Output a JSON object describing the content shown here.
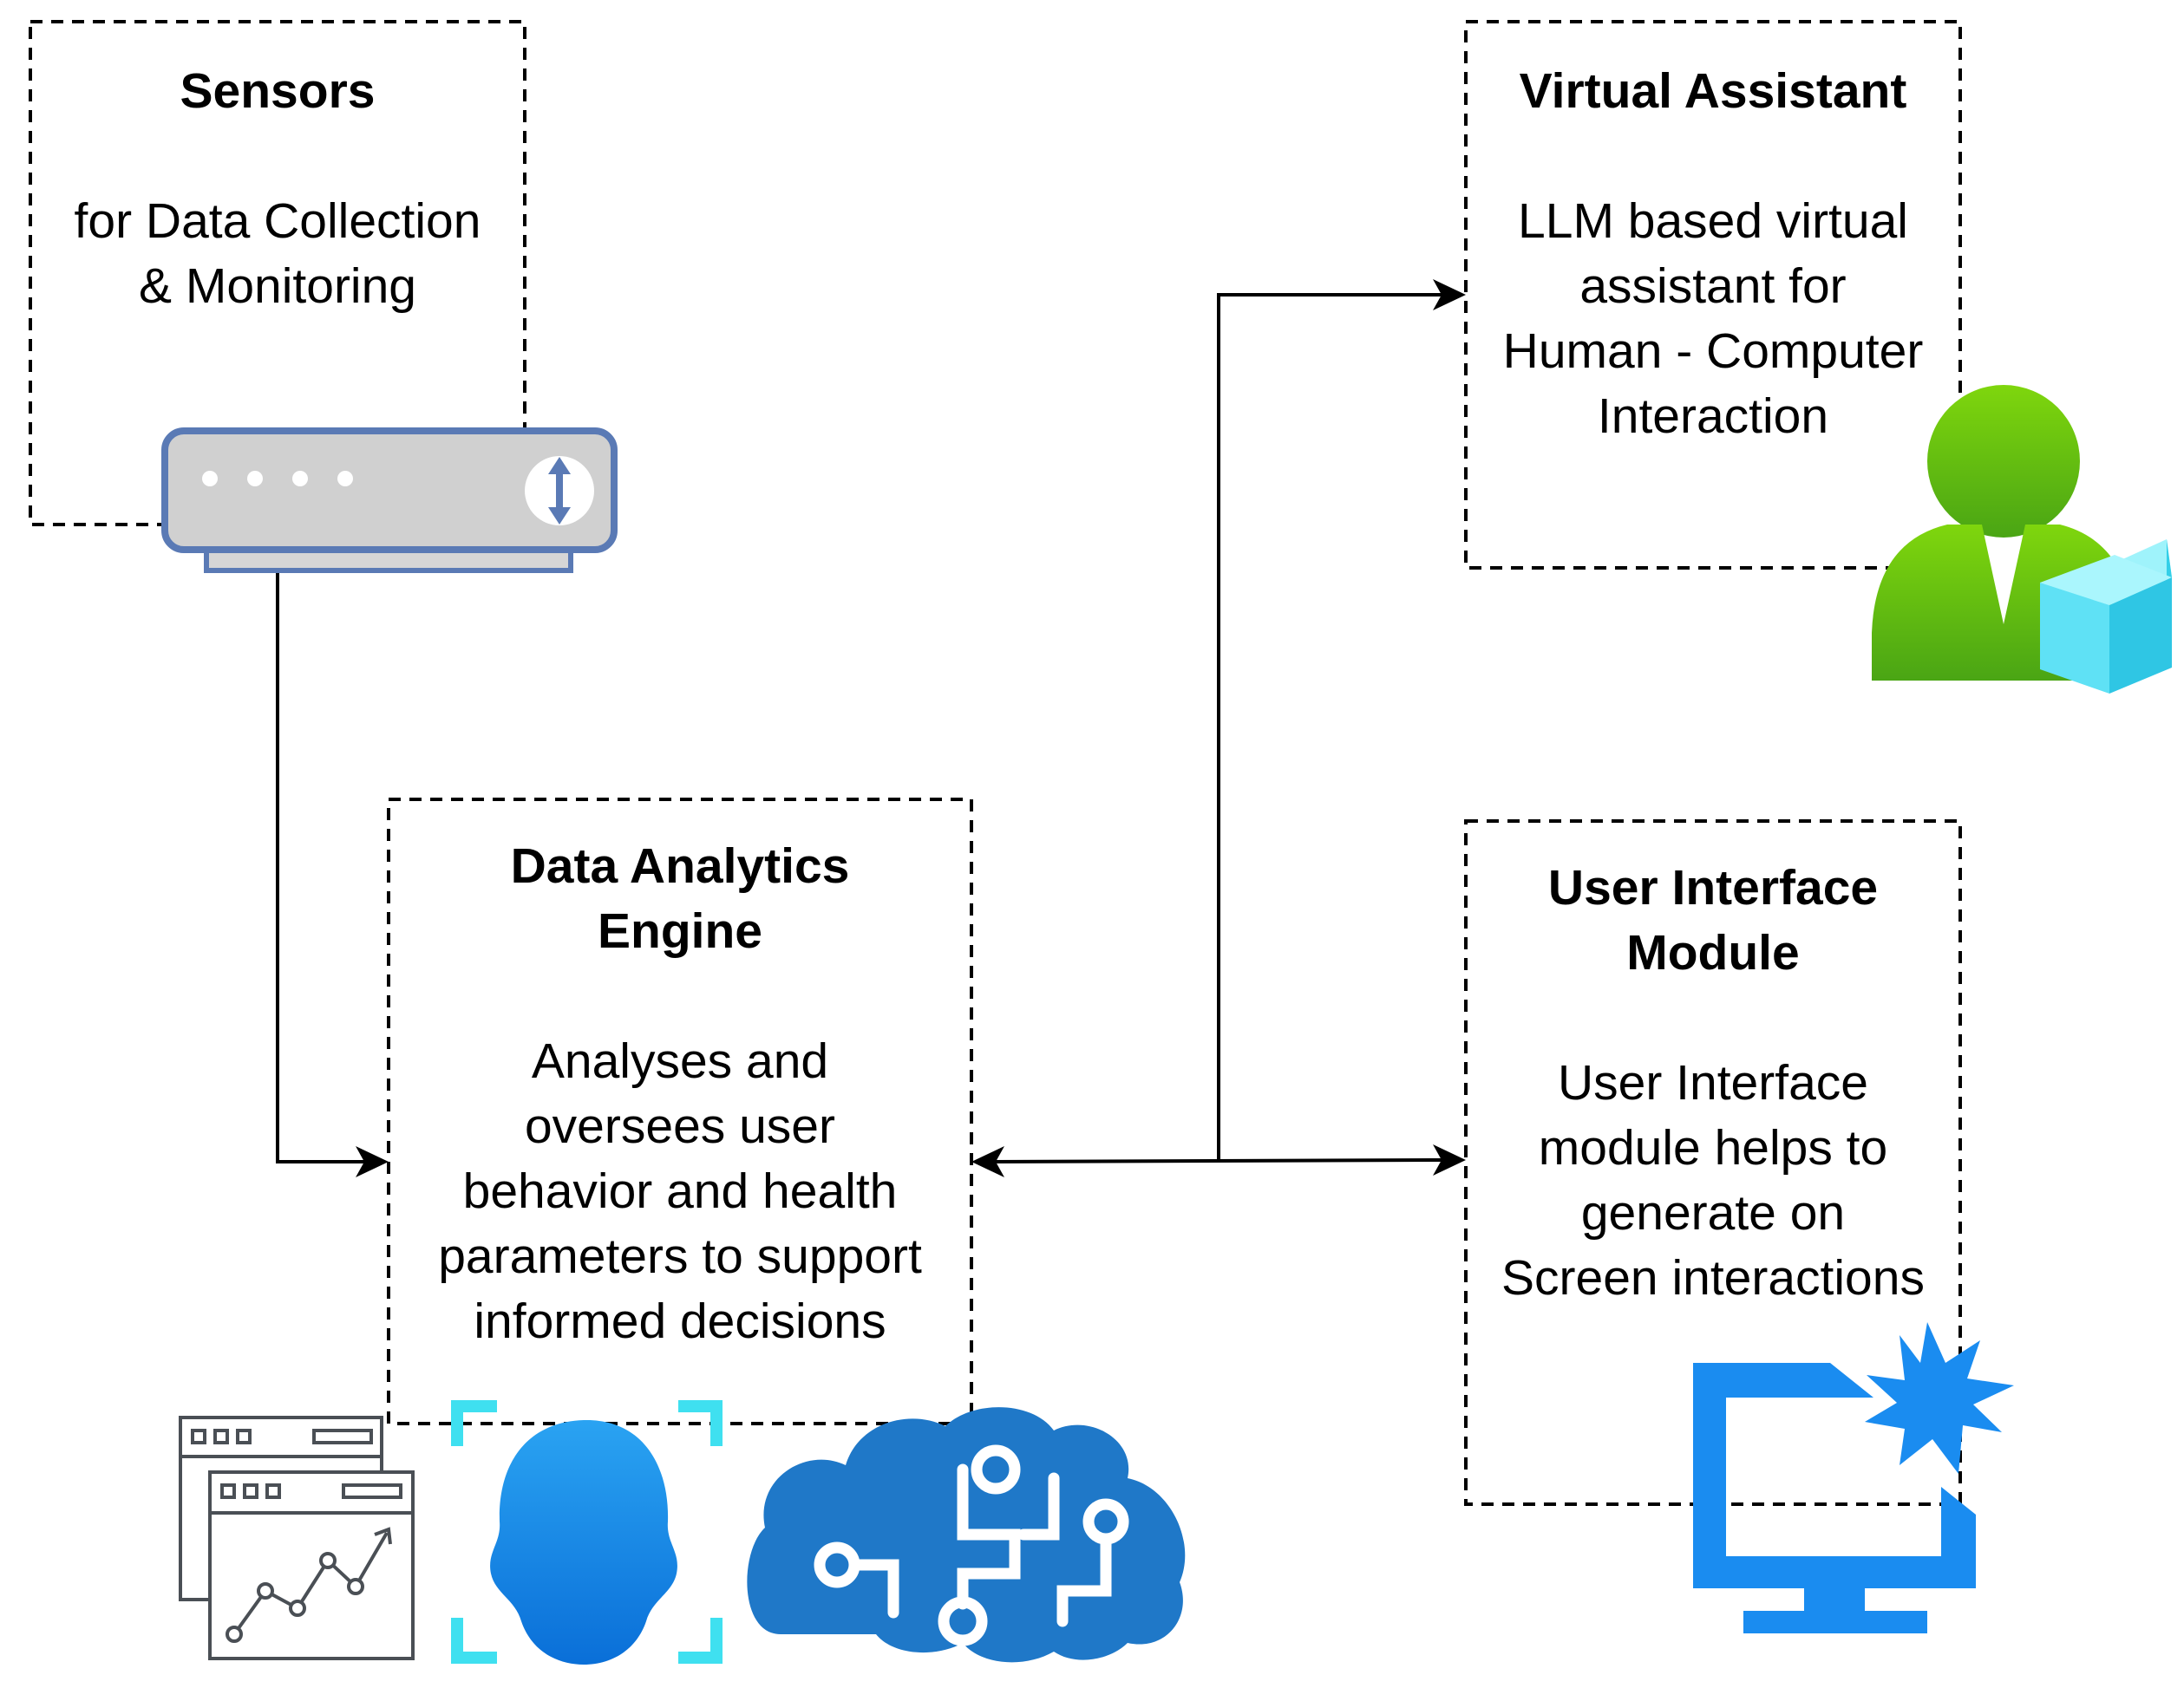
{
  "colors": {
    "line": "#000000",
    "device_fill": "#d0d0d0",
    "device_stroke": "#5a7ab5",
    "person_green": "#6cc20a",
    "cube_cyan": "#5fe1f5",
    "face_blue": "#1a8ee6",
    "bracket_cyan": "#3fe0f0",
    "brain_blue": "#1f78c8",
    "monitor_blue": "#1a8cf0",
    "chart_gray": "#4a4f55"
  },
  "nodes": {
    "sensors": {
      "title": "Sensors",
      "body": [
        "for Data Collection",
        "& Monitoring"
      ],
      "icon": "router-device-icon"
    },
    "virtual_assistant": {
      "title": "Virtual Assistant",
      "body": [
        "LLM based virtual",
        "assistant for",
        "Human - Computer",
        "Interaction"
      ],
      "icon": "user-avatar-cube-icon"
    },
    "analytics": {
      "title": [
        "Data Analytics",
        "Engine"
      ],
      "body": [
        "Analyses and",
        "oversees user",
        "behavior and health",
        "parameters to support",
        "informed decisions"
      ],
      "icons": [
        "analytics-window-chart-icon",
        "face-detection-icon",
        "cognitive-brain-cloud-icon"
      ]
    },
    "ui_module": {
      "title": [
        "User Interface",
        "Module"
      ],
      "body": [
        "User Interface",
        "module helps to",
        "generate on",
        "Screen interactions"
      ],
      "icon": "monitor-burst-icon"
    }
  },
  "edges": [
    {
      "from": "sensors",
      "to": "analytics",
      "arrow": "single"
    },
    {
      "from": "analytics",
      "to": "virtual_assistant",
      "arrow": "both"
    },
    {
      "from": "analytics",
      "to": "ui_module",
      "arrow": "both"
    }
  ]
}
